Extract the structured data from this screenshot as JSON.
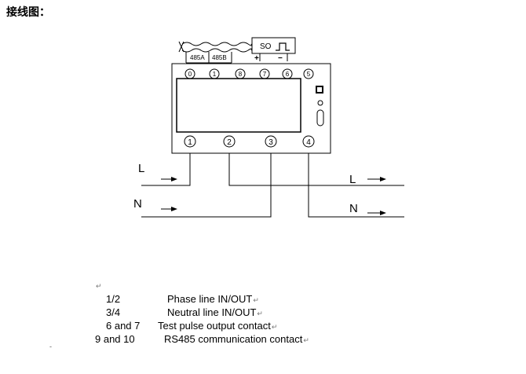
{
  "title": "接线图：",
  "diagram": {
    "top_terminals": [
      "0",
      "1",
      "8",
      "7",
      "6",
      "5"
    ],
    "bottom_terminals": [
      "1",
      "2",
      "3",
      "4"
    ],
    "rs485_labels": [
      "485A",
      "485B"
    ],
    "pulse_box_label": "SO",
    "pulse_plus": "+",
    "pulse_minus": "−",
    "wire_labels": {
      "left_l": "L",
      "left_n": "N",
      "right_l": "L",
      "right_n": "N"
    }
  },
  "legend": [
    {
      "terminals": "1/2",
      "description": "Phase line IN/OUT"
    },
    {
      "terminals": "3/4",
      "description": "Neutral line IN/OUT"
    },
    {
      "terminals": "6 and 7",
      "description": "Test pulse output contact"
    },
    {
      "terminals": "9 and 10",
      "description": "RS485 communication contact"
    }
  ],
  "return_mark": "↵"
}
